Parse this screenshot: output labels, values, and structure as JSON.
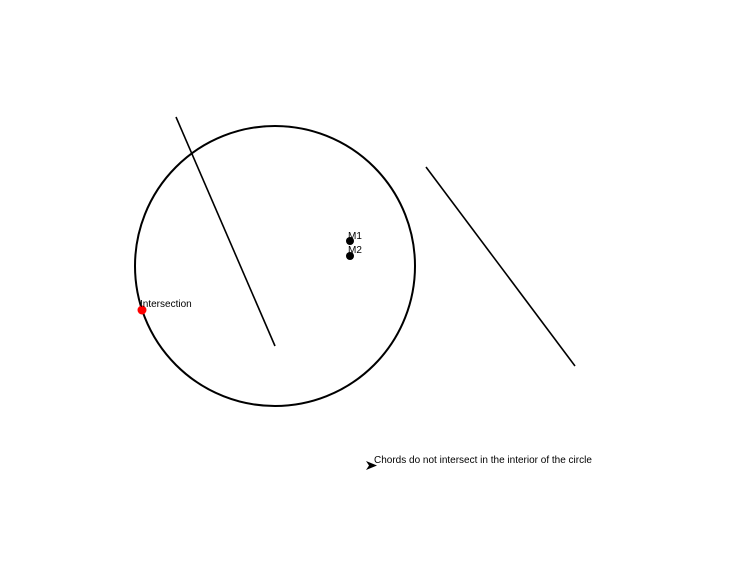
{
  "diagram": {
    "labels": {
      "midpoint_1": "M1",
      "midpoint_2": "M2",
      "intersection": "Intersection"
    },
    "status_message": "Chords do not intersect in the interior of the circle",
    "colors": {
      "stroke": "#000000",
      "intersection_point": "#ff0000",
      "midpoint": "#000000",
      "background": "#ffffff"
    },
    "icons": {
      "pointer": "arrow-cursor-icon"
    }
  }
}
